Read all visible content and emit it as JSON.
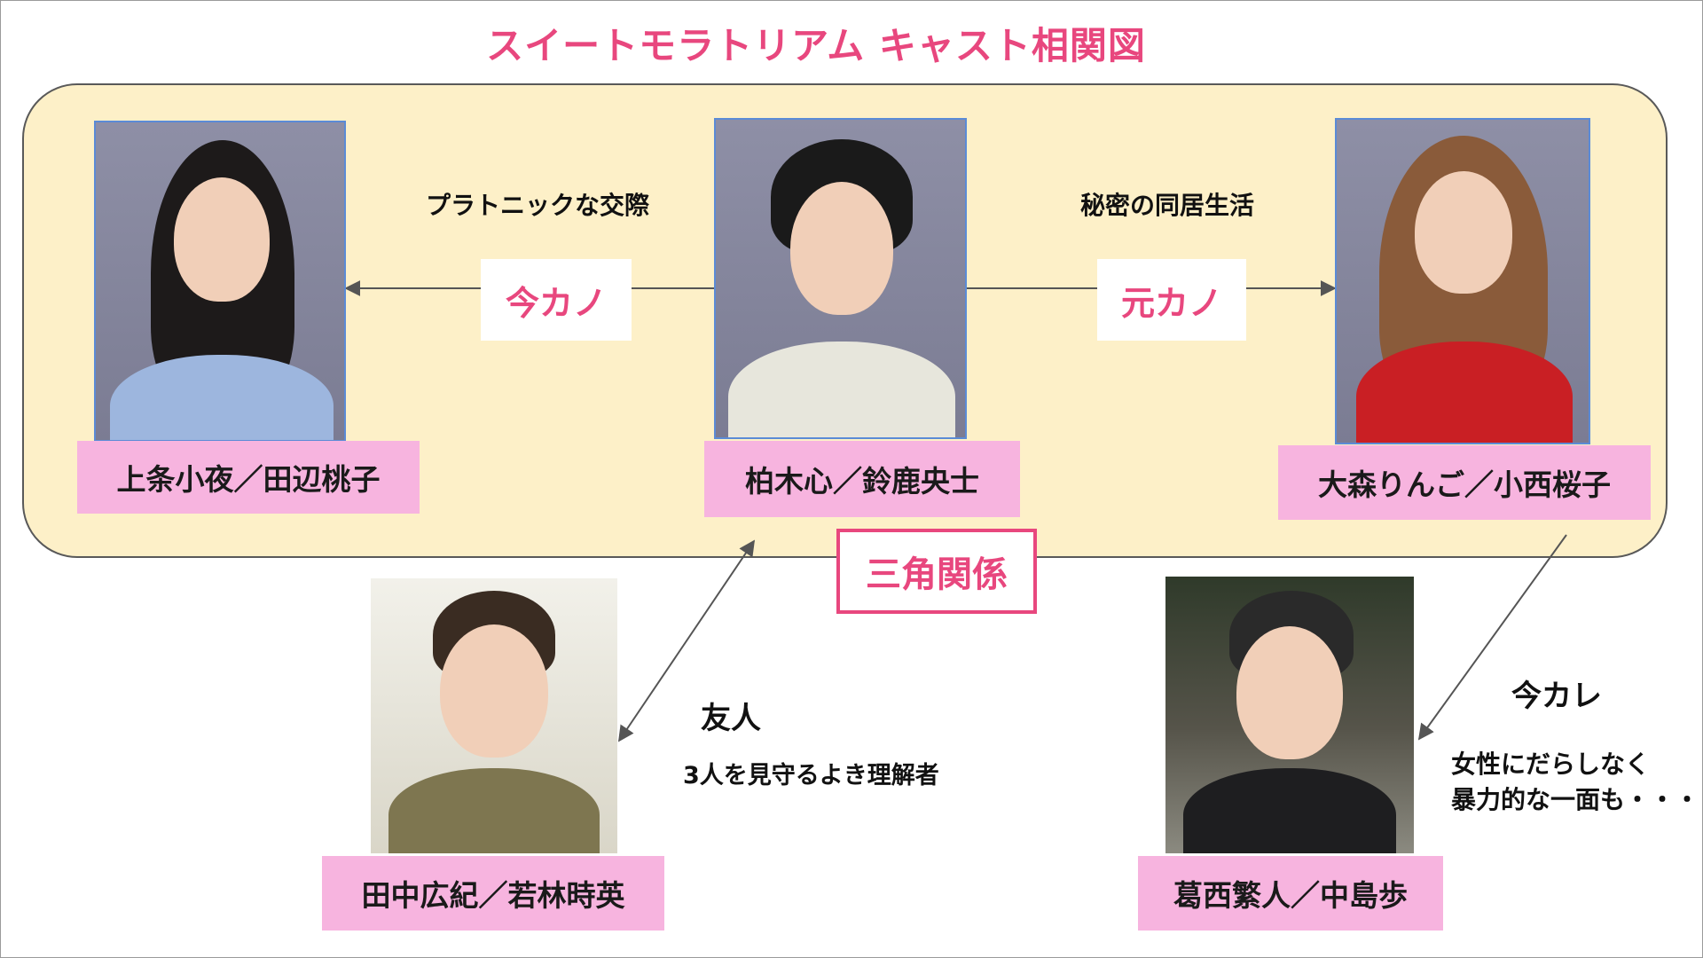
{
  "title": "スイートモラトリアム キャスト相関図",
  "relations": {
    "left_description": "プラトニックな交際",
    "left_label": "今カノ",
    "right_description": "秘密の同居生活",
    "right_label": "元カノ",
    "triangle_label": "三角関係",
    "friend_label": "友人",
    "friend_description": "3人を見守るよき理解者",
    "boyfriend_label": "今カレ",
    "boyfriend_description_line1": "女性にだらしなく",
    "boyfriend_description_line2": "暴力的な一面も・・・"
  },
  "characters": {
    "sayo": "上条小夜／田辺桃子",
    "shin": "柏木心／鈴鹿央士",
    "ringo": "大森りんご／小西桜子",
    "hiroki": "田中広紀／若林時英",
    "shigeto": "葛西繁人／中島歩"
  },
  "colors": {
    "accent_pink": "#e8477e",
    "name_bg": "#f7b4df",
    "panel_bg": "#fdf0c8"
  }
}
